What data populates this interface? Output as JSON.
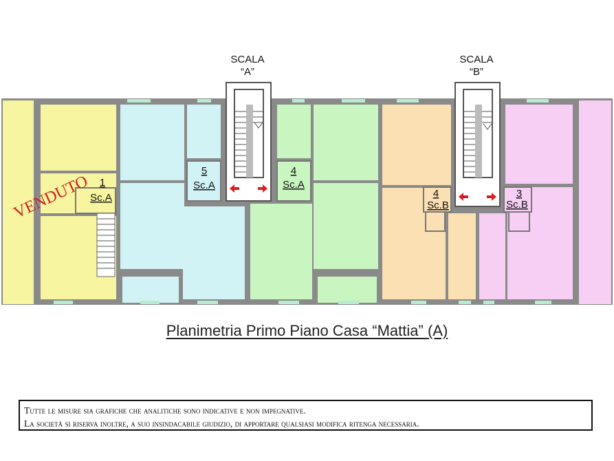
{
  "stairs": [
    {
      "title": "SCALA",
      "letter": "“A”"
    },
    {
      "title": "SCALA",
      "letter": "“B”"
    }
  ],
  "units": [
    {
      "number": "1",
      "stair": "Sc.A",
      "color": "#f8f5a0"
    },
    {
      "number": "5",
      "stair": "Sc.A",
      "color": "#d2f3f5"
    },
    {
      "number": "4",
      "stair": "Sc.A",
      "color": "#c9f5c0"
    },
    {
      "number": "4",
      "stair": "Sc.B",
      "color": "#fbe0b4"
    },
    {
      "number": "3",
      "stair": "Sc.B",
      "color": "#f7cff5"
    }
  ],
  "stamp": {
    "text": "VENDUTO",
    "color": "#cc2222"
  },
  "colors": {
    "wall": "#8a8a8a",
    "window": "#b8ecd0",
    "arrow": "#d42020"
  },
  "title": "Planimetria Primo Piano Casa “Mattia” (A)",
  "disclaimer": [
    "Tutte le misure sia grafiche che analitiche sono indicative e non impegnative.",
    "La società si riserva inoltre, a suo insindacabile giudizio, di apportare qualsiasi modifica ritenga necessaria."
  ]
}
